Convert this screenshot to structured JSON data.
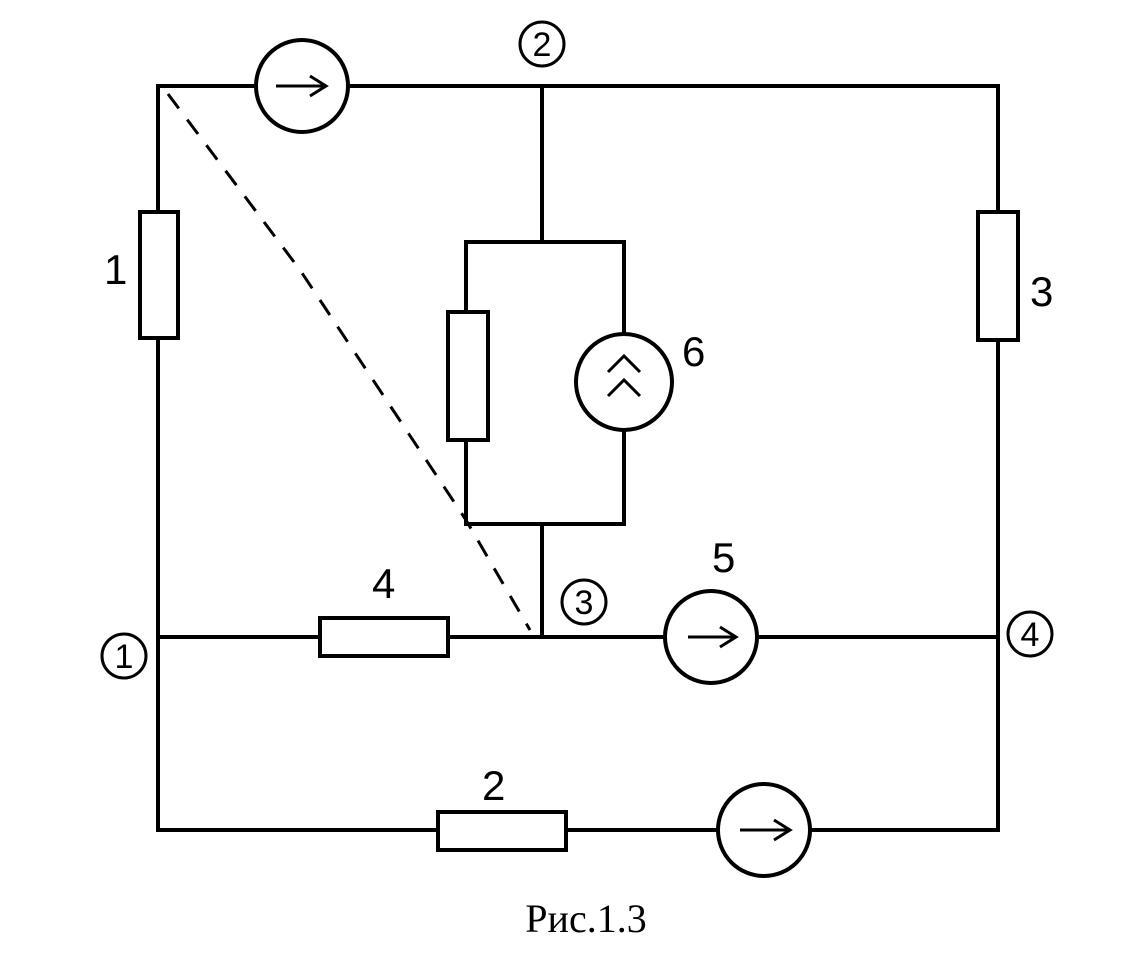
{
  "diagram": {
    "element_labels": {
      "e1": "1",
      "e2": "2",
      "e3": "3",
      "e4": "4",
      "e5": "5",
      "e6": "6"
    },
    "node_labels": {
      "n1": "1",
      "n2": "2",
      "n3": "3",
      "n4": "4"
    },
    "caption": "Рис.1.3"
  }
}
